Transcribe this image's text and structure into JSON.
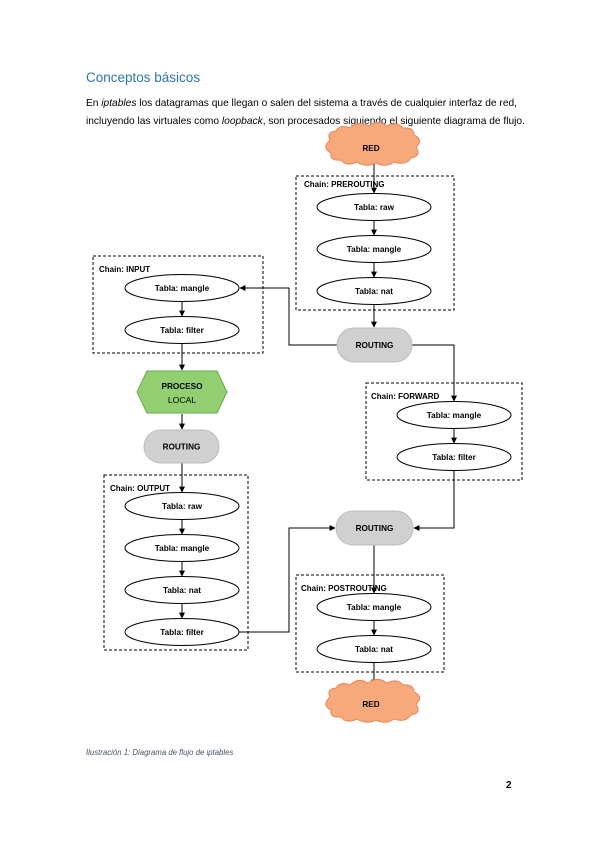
{
  "section": {
    "title": "Conceptos básicos"
  },
  "intro": {
    "line1_pre": "En ",
    "line1_em": "iptables",
    "line1_post": " los datagramas que llegan o salen del sistema a través de cualquier interfaz de red,",
    "line2_pre": "incluyendo las virtuales como ",
    "line2_em": "loopback",
    "line2_post": ", son procesados siguiendo el siguiente diagrama de flujo."
  },
  "diagram": {
    "red_top": "RED",
    "red_bottom": "RED",
    "routing_1": "ROUTING",
    "routing_2": "ROUTING",
    "routing_3": "ROUTING",
    "proceso_line1": "PROCESO",
    "proceso_line2": "LOCAL",
    "chains": {
      "prerouting": {
        "label": "Chain: PREROUTING",
        "tables": [
          "Tabla: raw",
          "Tabla: mangle",
          "Tabla: nat"
        ]
      },
      "input": {
        "label": "Chain: INPUT",
        "tables": [
          "Tabla: mangle",
          "Tabla: filter"
        ]
      },
      "forward": {
        "label": "Chain: FORWARD",
        "tables": [
          "Tabla: mangle",
          "Tabla: filter"
        ]
      },
      "output": {
        "label": "Chain: OUTPUT",
        "tables": [
          "Tabla: raw",
          "Tabla: mangle",
          "Tabla: nat",
          "Tabla: filter"
        ]
      },
      "postrouting": {
        "label": "Chain: POSTROUTING",
        "tables": [
          "Tabla: mangle",
          "Tabla: nat"
        ]
      }
    }
  },
  "caption": "Ilustración 1: Diagrama de flujo de iptables",
  "page_number": "2",
  "colors": {
    "heading": "#2e74b5",
    "cloud_fill": "#f8a97b",
    "cloud_stroke": "#e8865a",
    "routing_fill": "#d0d0d0",
    "hex_fill": "#92cf70",
    "hex_stroke": "#6aa84f",
    "caption": "#44546a"
  }
}
